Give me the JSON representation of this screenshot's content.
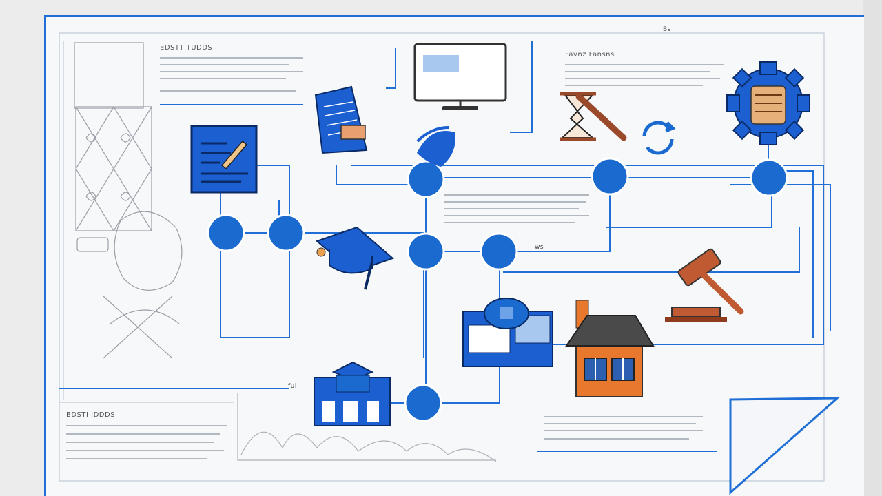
{
  "labels": {
    "top_left": "EDSTT TUDDS",
    "top_right": "Favnz Fansns",
    "bottom_left": "BDSTI IDDDS",
    "scribble_1": "Bs",
    "scribble_2": "ful",
    "scribble_3": "ws"
  },
  "colors": {
    "blue": "#1f6fd6",
    "node": "#1b6ad0",
    "orange": "#e8782e",
    "brown": "#9a4a2a"
  },
  "icons": [
    "document-pen-icon",
    "book-icon",
    "monitor-icon",
    "hourglass-icon",
    "gear-icon",
    "refresh-icon",
    "graduation-cap-icon",
    "computer-icon",
    "gavel-icon",
    "house-icon",
    "school-icon"
  ]
}
